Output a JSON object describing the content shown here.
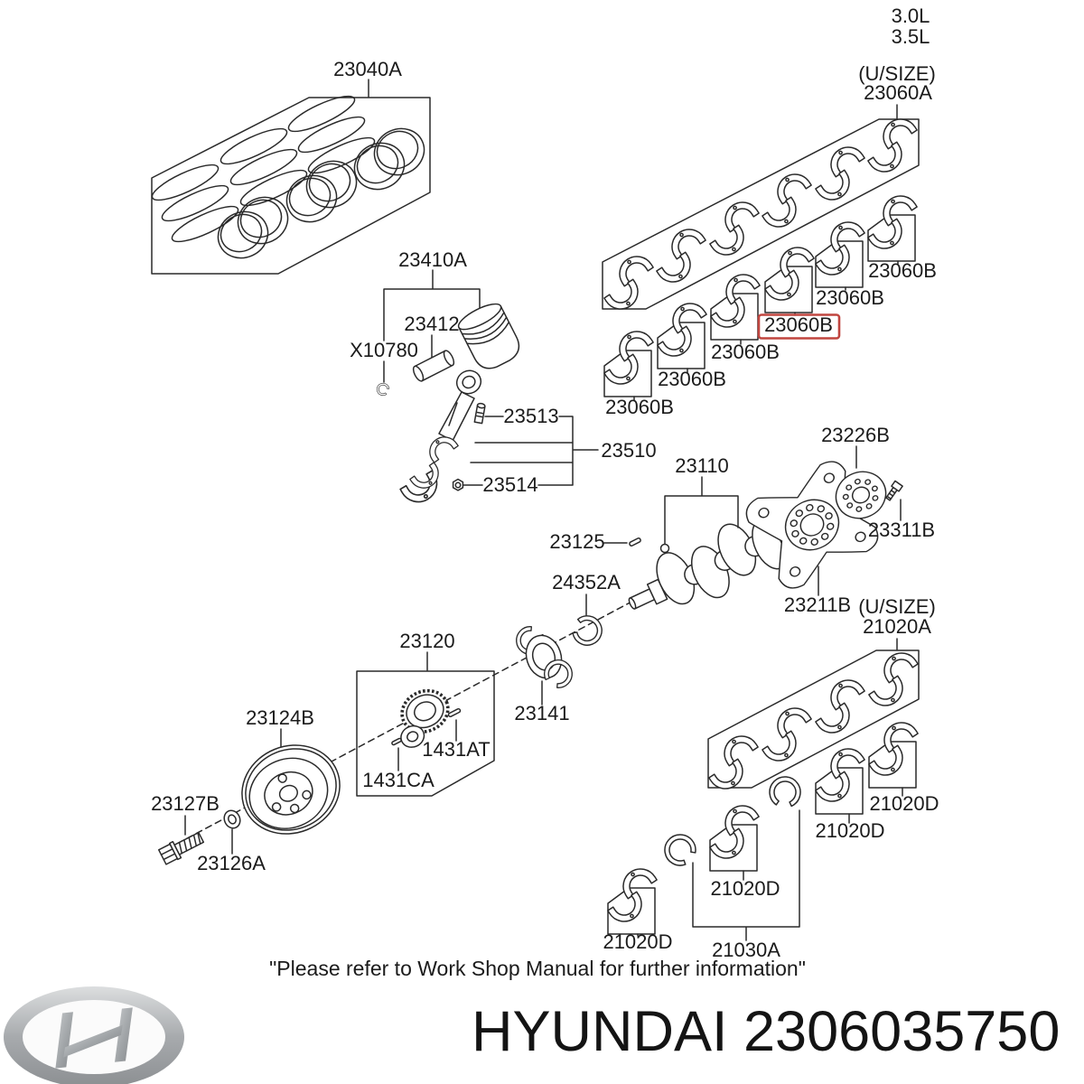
{
  "diagram": {
    "engine_options": [
      "3.0L",
      "3.5L"
    ],
    "usize_label": "(U/SIZE)",
    "parts": {
      "p23040A": "23040A",
      "p23410A": "23410A",
      "p23412": "23412",
      "pX10780": "X10780",
      "p23513": "23513",
      "p23510": "23510",
      "p23514": "23514",
      "p23060A": "23060A",
      "p23060B": "23060B",
      "p23110": "23110",
      "p23125": "23125",
      "p24352A": "24352A",
      "p23141": "23141",
      "p23120": "23120",
      "p1431AT": "1431AT",
      "p1431CA": "1431CA",
      "p23124B": "23124B",
      "p23127B": "23127B",
      "p23126A": "23126A",
      "p23226B": "23226B",
      "p23311B": "23311B",
      "p23211B": "23211B",
      "p21020A": "21020A",
      "p21020D": "21020D",
      "p21030A": "21030A"
    },
    "highlight": {
      "part": "23060B",
      "color": "#c0453f"
    }
  },
  "footer": {
    "note": "\"Please refer to Work Shop Manual for further information\"",
    "brand": "HYUNDAI",
    "part_number": "2306035750"
  }
}
